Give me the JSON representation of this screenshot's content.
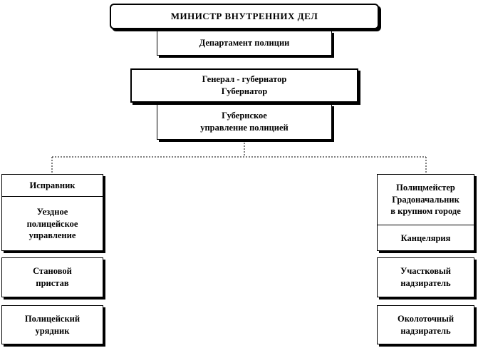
{
  "diagram": {
    "minister": "МИНИСТР  ВНУТРЕННИХ  ДЕЛ",
    "department": "Департамент  полиции",
    "governor": "Генерал - губернатор\nГубернатор",
    "provincial_police": "Губернское\nуправление полицией",
    "left_branch": {
      "ispravnik": "Исправник",
      "uezd_police": "Уездное\nполицейское\nуправление",
      "stanovoy": "Становой\nпристав",
      "uryadnik": "Полицейский\nурядник"
    },
    "right_branch": {
      "police_chief": "Полицмейстер\nГрадоначальник\nв крупном городе",
      "chancellery": "Канцелярия",
      "district_warden": "Участковый\nнадзиратель",
      "okolotok_warden": "Околоточный\nнадзиратель"
    }
  }
}
